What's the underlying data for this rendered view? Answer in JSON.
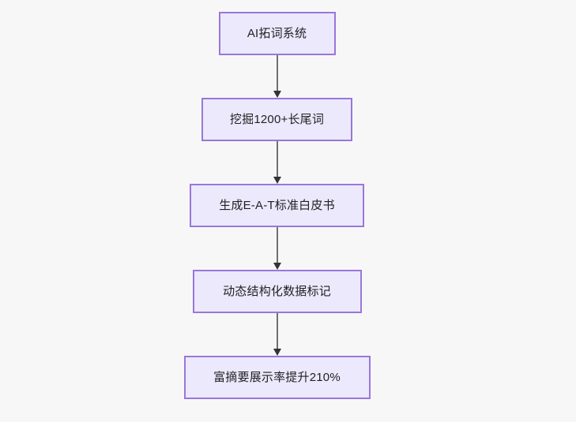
{
  "diagram": {
    "type": "flowchart",
    "direction": "top-to-bottom",
    "background_color": "#f7f7f8",
    "node_fill_color": "#ece9fc",
    "node_border_color": "#9a77d9",
    "node_text_color": "#1f2023",
    "connector_color": "#707070",
    "arrowhead_color": "#333333",
    "nodes": [
      {
        "id": "n1",
        "label": "AI拓词系统"
      },
      {
        "id": "n2",
        "label": "挖掘1200+长尾词"
      },
      {
        "id": "n3",
        "label": "生成E-A-T标准白皮书"
      },
      {
        "id": "n4",
        "label": "动态结构化数据标记"
      },
      {
        "id": "n5",
        "label": "富摘要展示率提升210%"
      }
    ],
    "edges": [
      {
        "from": "n1",
        "to": "n2",
        "label": ""
      },
      {
        "from": "n2",
        "to": "n3",
        "label": ""
      },
      {
        "from": "n3",
        "to": "n4",
        "label": ""
      },
      {
        "from": "n4",
        "to": "n5",
        "label": ""
      }
    ]
  }
}
